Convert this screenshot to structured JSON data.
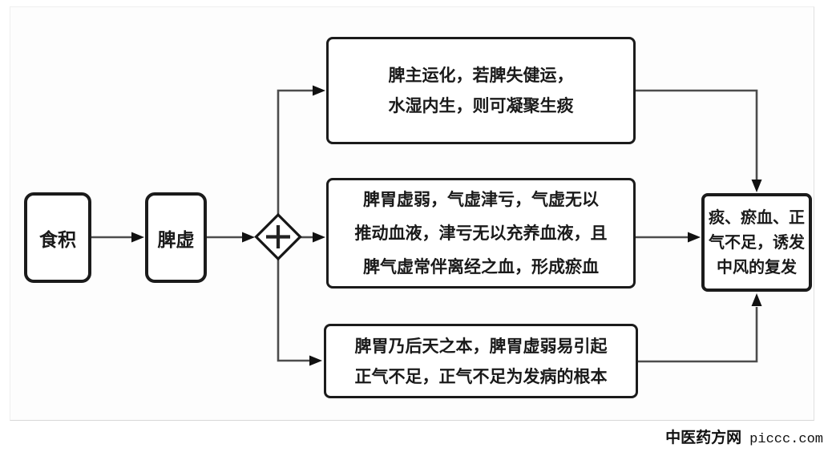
{
  "diagram": {
    "colors": {
      "box_border": "#1b1b1b",
      "text": "#1a1a1a",
      "connector": "#4d4d4d",
      "arrowhead": "#111111",
      "background": "#fdfdfd"
    },
    "nodes": {
      "food_accumulation": {
        "label": "食积"
      },
      "spleen_deficiency": {
        "label": "脾虚"
      },
      "junction": {
        "symbol": "+"
      },
      "phlegm_branch": {
        "lines": [
          "脾主运化，若脾失健运，",
          "水湿内生，则可凝聚生痰"
        ]
      },
      "blood_stasis_branch": {
        "lines": [
          "脾胃虚弱，气虚津亏，气虚无以",
          "推动血液，津亏无以充养血液，且",
          "脾气虚常伴离经之血，形成瘀血"
        ]
      },
      "vital_qi_branch": {
        "lines": [
          "脾胃乃后天之本，脾胃虚弱易引起",
          "正气不足，正气不足为发病的根本"
        ]
      },
      "outcome": {
        "lines": [
          "痰、瘀血、正",
          "气不足，诱发",
          "中风的复发"
        ]
      }
    }
  },
  "footer": {
    "site_name": "中医药方网",
    "site_url": "piccc.com"
  }
}
